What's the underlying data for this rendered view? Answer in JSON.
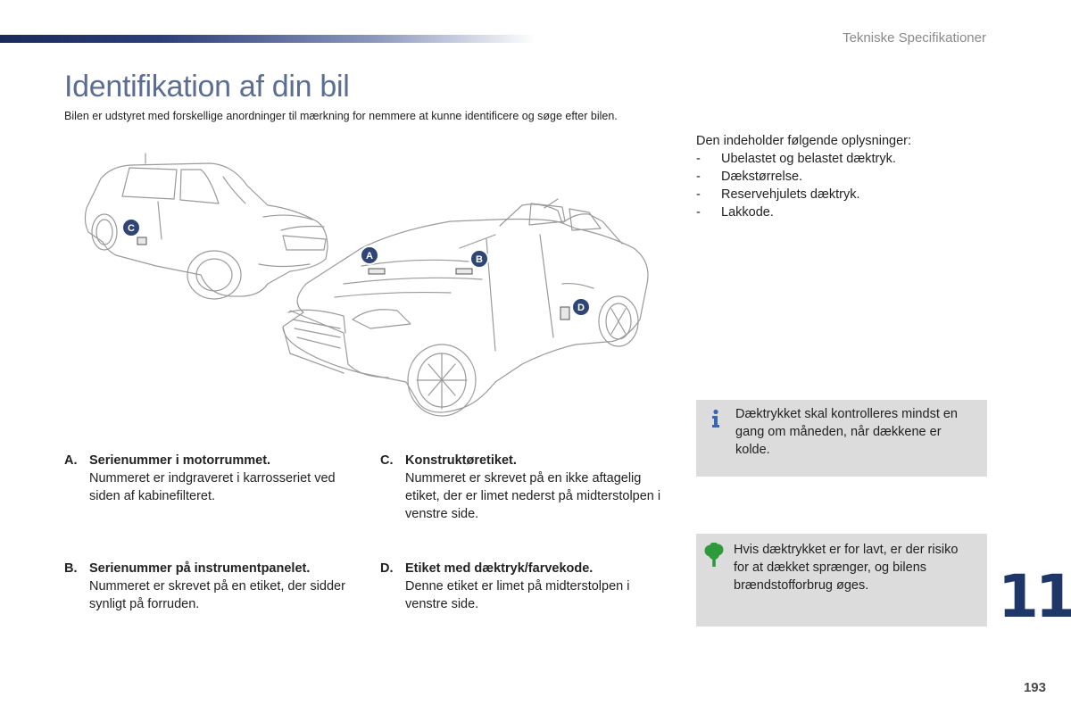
{
  "header": {
    "section_title": "Tekniske Specifikationer",
    "page_title": "Identifikation af din bil",
    "intro": "Bilen er udstyret med forskellige anordninger til mærkning for nemmere at kunne identificere og søge efter bilen."
  },
  "illustration": {
    "markers": [
      "A",
      "B",
      "C",
      "D"
    ],
    "marker_color": "#2f4575"
  },
  "info_list": {
    "intro": "Den indeholder følgende oplysninger:",
    "items": [
      "Ubelastet og belastet dæktryk.",
      "Dækstørrelse.",
      "Reservehjulets dæktryk.",
      "Lakkode."
    ],
    "bullet": "-"
  },
  "entries": [
    {
      "letter": "A.",
      "heading": "Serienummer i motorrummet.",
      "body": "Nummeret er indgraveret i karrosseriet ved siden af kabinefilteret."
    },
    {
      "letter": "B.",
      "heading": "Serienummer på instrumentpanelet.",
      "body": "Nummeret er skrevet på en etiket, der sidder synligt på forruden."
    },
    {
      "letter": "C.",
      "heading": "Konstruktøretiket.",
      "body": "Nummeret er skrevet på en ikke aftagelig etiket, der er limet nederst på midterstolpen i venstre side."
    },
    {
      "letter": "D.",
      "heading": "Etiket med dæktryk/farvekode.",
      "body": "Denne etiket er limet på midterstolpen i venstre side."
    }
  ],
  "notes": {
    "info": {
      "icon": "info-icon",
      "text": "Dæktrykket skal kontrolleres mindst en gang om måneden, når dækkene er kolde."
    },
    "eco": {
      "icon": "tree-icon",
      "text": "Hvis dæktrykket er for lavt, er der risiko for at dækket sprænger, og bilens brændstofforbrug øges."
    }
  },
  "chapter_number": "11",
  "page_number": "193",
  "colors": {
    "accent": "#1f3668",
    "heading": "#5b6e92",
    "note_bg": "#dcdcdc",
    "eco_green": "#2e9a3a",
    "info_blue": "#3c64b4"
  }
}
